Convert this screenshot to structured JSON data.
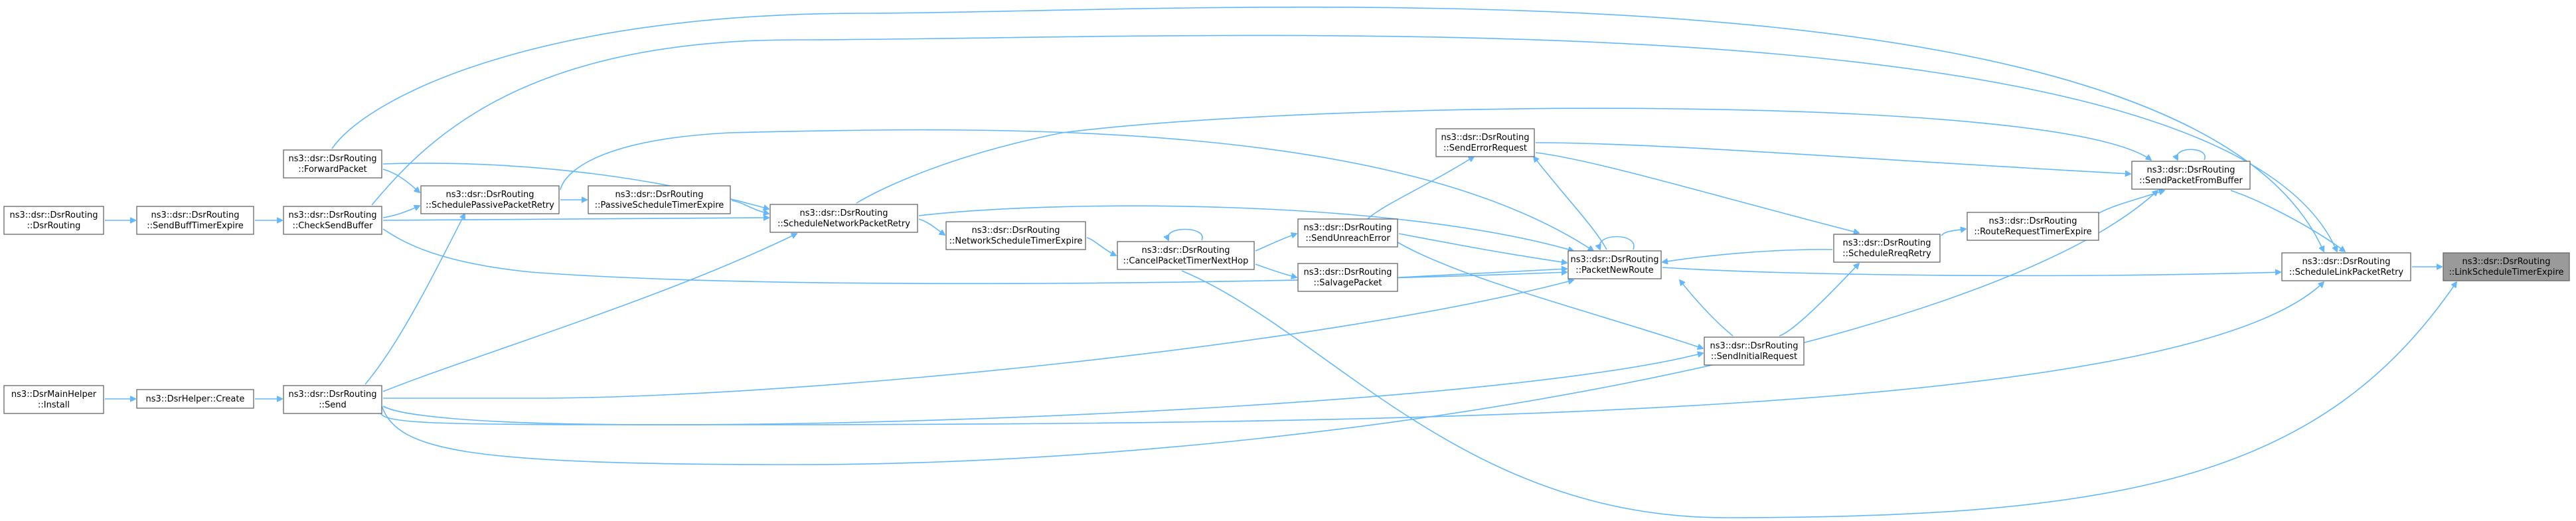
{
  "graph": {
    "nodes": [
      {
        "id": "LinkScheduleTimerExpire",
        "lines": [
          "ns3::dsr::DsrRouting",
          "::LinkScheduleTimerExpire"
        ],
        "highlight": true
      },
      {
        "id": "ScheduleLinkPacketRetry",
        "lines": [
          "ns3::dsr::DsrRouting",
          "::ScheduleLinkPacketRetry"
        ]
      },
      {
        "id": "SendPacketFromBuffer",
        "lines": [
          "ns3::dsr::DsrRouting",
          "::SendPacketFromBuffer"
        ]
      },
      {
        "id": "RouteRequestTimerExpire",
        "lines": [
          "ns3::dsr::DsrRouting",
          "::RouteRequestTimerExpire"
        ]
      },
      {
        "id": "ScheduleRreqRetry",
        "lines": [
          "ns3::dsr::DsrRouting",
          "::ScheduleRreqRetry"
        ]
      },
      {
        "id": "SendInitialRequest",
        "lines": [
          "ns3::dsr::DsrRouting",
          "::SendInitialRequest"
        ]
      },
      {
        "id": "SendErrorRequest",
        "lines": [
          "ns3::dsr::DsrRouting",
          "::SendErrorRequest"
        ]
      },
      {
        "id": "PacketNewRoute",
        "lines": [
          "ns3::dsr::DsrRouting",
          "::PacketNewRoute"
        ]
      },
      {
        "id": "SendUnreachError",
        "lines": [
          "ns3::dsr::DsrRouting",
          "::SendUnreachError"
        ]
      },
      {
        "id": "SalvagePacket",
        "lines": [
          "ns3::dsr::DsrRouting",
          "::SalvagePacket"
        ]
      },
      {
        "id": "CancelPacketTimerNextHop",
        "lines": [
          "ns3::dsr::DsrRouting",
          "::CancelPacketTimerNextHop"
        ]
      },
      {
        "id": "NetworkScheduleTimerExpire",
        "lines": [
          "ns3::dsr::DsrRouting",
          "::NetworkScheduleTimerExpire"
        ]
      },
      {
        "id": "ScheduleNetworkPacketRetry",
        "lines": [
          "ns3::dsr::DsrRouting",
          "::ScheduleNetworkPacketRetry"
        ]
      },
      {
        "id": "PassiveScheduleTimerExpire",
        "lines": [
          "ns3::dsr::DsrRouting",
          "::PassiveScheduleTimerExpire"
        ]
      },
      {
        "id": "SchedulePassivePacketRetry",
        "lines": [
          "ns3::dsr::DsrRouting",
          "::SchedulePassivePacketRetry"
        ]
      },
      {
        "id": "ForwardPacket",
        "lines": [
          "ns3::dsr::DsrRouting",
          "::ForwardPacket"
        ]
      },
      {
        "id": "CheckSendBuffer",
        "lines": [
          "ns3::dsr::DsrRouting",
          "::CheckSendBuffer"
        ]
      },
      {
        "id": "Send",
        "lines": [
          "ns3::dsr::DsrRouting",
          "::Send"
        ]
      },
      {
        "id": "SendBuffTimerExpire",
        "lines": [
          "ns3::dsr::DsrRouting",
          "::SendBuffTimerExpire"
        ]
      },
      {
        "id": "DsrRouting",
        "lines": [
          "ns3::dsr::DsrRouting",
          "::DsrRouting"
        ]
      },
      {
        "id": "Create",
        "lines": [
          "ns3::DsrHelper::Create"
        ]
      },
      {
        "id": "Install",
        "lines": [
          "ns3::DsrMainHelper",
          "::Install"
        ]
      }
    ]
  }
}
